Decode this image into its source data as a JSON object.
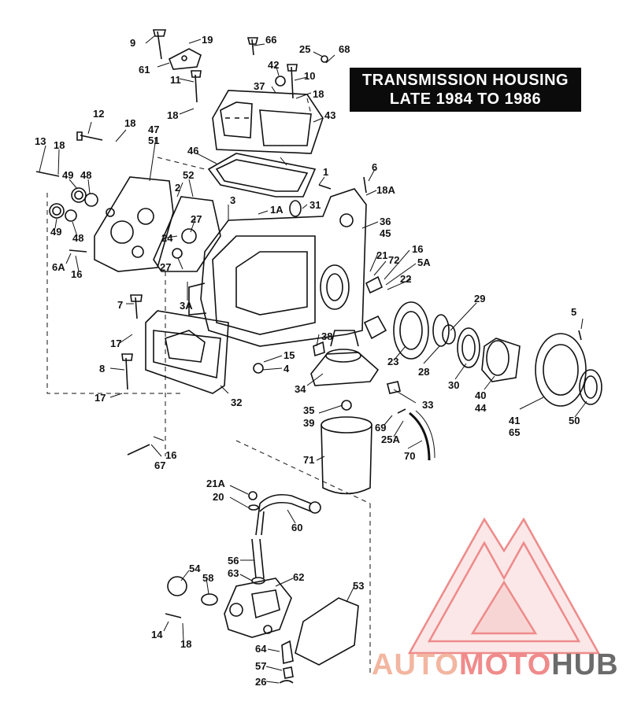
{
  "title": {
    "line1": "TRANSMISSION HOUSING",
    "line2": "LATE 1984 TO 1986"
  },
  "callouts": [
    "9",
    "19",
    "61",
    "66",
    "25",
    "68",
    "42",
    "10",
    "37",
    "18",
    "11",
    "18",
    "43",
    "12",
    "18",
    "47",
    "51",
    "13",
    "18",
    "49",
    "48",
    "46",
    "1",
    "6",
    "18A",
    "2",
    "52",
    "3",
    "1A",
    "31",
    "49",
    "48",
    "27",
    "24",
    "27",
    "6A",
    "16",
    "36",
    "45",
    "21",
    "72",
    "16",
    "5A",
    "22",
    "3A",
    "7",
    "29",
    "17",
    "38",
    "15",
    "4",
    "8",
    "17",
    "32",
    "23",
    "28",
    "30",
    "40",
    "44",
    "41",
    "65",
    "50",
    "5",
    "34",
    "33",
    "35",
    "39",
    "69",
    "25A",
    "70",
    "71",
    "16",
    "67",
    "21A",
    "20",
    "60",
    "56",
    "63",
    "62",
    "54",
    "58",
    "53",
    "14",
    "18",
    "64",
    "57",
    "26"
  ],
  "watermark": {
    "part1": "AUTO",
    "part2": "MOTO",
    "part3": "HUB"
  },
  "colors": {
    "ink": "#111111",
    "title_bg": "#0b0b0b",
    "logo_red": "#ee8a8a",
    "logo_orange": "#f3b6a0",
    "logo_gray": "#6b6b6b"
  }
}
